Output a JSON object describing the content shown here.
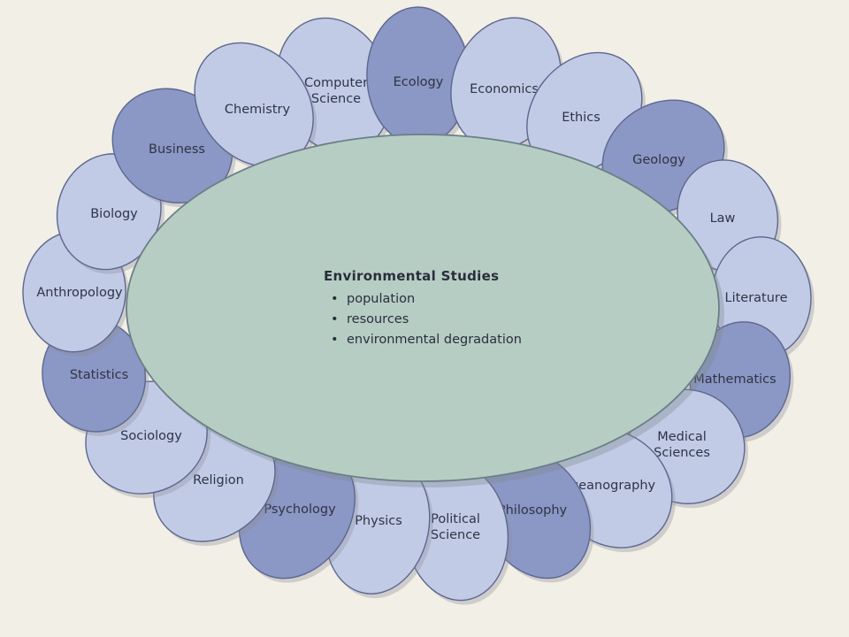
{
  "center": {
    "title": "Environmental Studies",
    "items": [
      "population",
      "resources",
      "environmental degradation"
    ]
  },
  "petals": [
    {
      "label": "Computer Science",
      "lines": [
        "Computer",
        "Science"
      ],
      "shade": "light"
    },
    {
      "label": "Ecology",
      "lines": [
        "Ecology"
      ],
      "shade": "dark"
    },
    {
      "label": "Economics",
      "lines": [
        "Economics"
      ],
      "shade": "light"
    },
    {
      "label": "Ethics",
      "lines": [
        "Ethics"
      ],
      "shade": "light"
    },
    {
      "label": "Geology",
      "lines": [
        "Geology"
      ],
      "shade": "dark"
    },
    {
      "label": "Law",
      "lines": [
        "Law"
      ],
      "shade": "light"
    },
    {
      "label": "Literature",
      "lines": [
        "Literature"
      ],
      "shade": "light"
    },
    {
      "label": "Mathematics",
      "lines": [
        "Mathematics"
      ],
      "shade": "dark"
    },
    {
      "label": "Medical Sciences",
      "lines": [
        "Medical",
        "Sciences"
      ],
      "shade": "light"
    },
    {
      "label": "Oceanography",
      "lines": [
        "Oceanography"
      ],
      "shade": "light"
    },
    {
      "label": "Philosophy",
      "lines": [
        "Philosophy"
      ],
      "shade": "dark"
    },
    {
      "label": "Political Science",
      "lines": [
        "Political",
        "Science"
      ],
      "shade": "light"
    },
    {
      "label": "Physics",
      "lines": [
        "Physics"
      ],
      "shade": "light"
    },
    {
      "label": "Psychology",
      "lines": [
        "Psychology"
      ],
      "shade": "dark"
    },
    {
      "label": "Religion",
      "lines": [
        "Religion"
      ],
      "shade": "light"
    },
    {
      "label": "Sociology",
      "lines": [
        "Sociology"
      ],
      "shade": "light"
    },
    {
      "label": "Statistics",
      "lines": [
        "Statistics"
      ],
      "shade": "dark"
    },
    {
      "label": "Anthropology",
      "lines": [
        "Anthropology"
      ],
      "shade": "light"
    },
    {
      "label": "Biology",
      "lines": [
        "Biology"
      ],
      "shade": "light"
    },
    {
      "label": "Business",
      "lines": [
        "Business"
      ],
      "shade": "dark"
    },
    {
      "label": "Chemistry",
      "lines": [
        "Chemistry"
      ],
      "shade": "light"
    }
  ],
  "colors": {
    "background": "#f1efe6",
    "petal_light": "#c2cbe6",
    "petal_dark": "#8b97c4",
    "petal_stroke": "#5d678f",
    "center_fill": "#b6cdc4",
    "center_stroke": "#6c7f86",
    "text": "#2f3446"
  }
}
